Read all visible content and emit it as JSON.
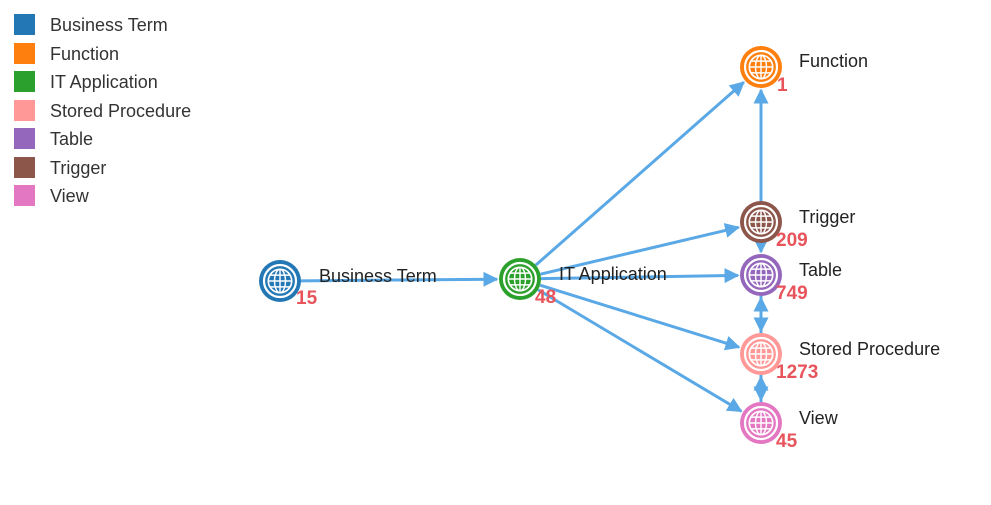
{
  "legend": [
    {
      "label": "Business Term",
      "color": "#2277b4"
    },
    {
      "label": "Function",
      "color": "#ff7f0e"
    },
    {
      "label": "IT Application",
      "color": "#2ca02c"
    },
    {
      "label": "Stored Procedure",
      "color": "#ff9896"
    },
    {
      "label": "Table",
      "color": "#9467bd"
    },
    {
      "label": "Trigger",
      "color": "#8c564b"
    },
    {
      "label": "View",
      "color": "#e377c2"
    }
  ],
  "nodes": [
    {
      "id": "business-term",
      "label": "Business Term",
      "count": "15",
      "color": "#2277b4",
      "icon": "globe-icon"
    },
    {
      "id": "it-application",
      "label": "IT Application",
      "count": "48",
      "color": "#2ca02c",
      "icon": "globe-icon"
    },
    {
      "id": "function",
      "label": "Function",
      "count": "1",
      "color": "#ff7f0e",
      "icon": "globe-icon"
    },
    {
      "id": "trigger",
      "label": "Trigger",
      "count": "209",
      "color": "#8c564b",
      "icon": "globe-icon"
    },
    {
      "id": "table",
      "label": "Table",
      "count": "749",
      "color": "#9467bd",
      "icon": "globe-icon"
    },
    {
      "id": "stored-procedure",
      "label": "Stored Procedure",
      "count": "1273",
      "color": "#ff9896",
      "icon": "globe-icon"
    },
    {
      "id": "view",
      "label": "View",
      "count": "45",
      "color": "#e377c2",
      "icon": "globe-icon"
    }
  ],
  "edges": [
    {
      "from": "business-term",
      "to": "it-application"
    },
    {
      "from": "it-application",
      "to": "function"
    },
    {
      "from": "it-application",
      "to": "trigger"
    },
    {
      "from": "it-application",
      "to": "table"
    },
    {
      "from": "it-application",
      "to": "stored-procedure"
    },
    {
      "from": "it-application",
      "to": "view"
    },
    {
      "from": "trigger",
      "to": "function"
    },
    {
      "from": "trigger",
      "to": "table"
    },
    {
      "from": "table",
      "to": "stored-procedure"
    },
    {
      "from": "stored-procedure",
      "to": "table"
    },
    {
      "from": "stored-procedure",
      "to": "view"
    },
    {
      "from": "view",
      "to": "stored-procedure"
    }
  ],
  "edge_color": "#5aa9e6"
}
